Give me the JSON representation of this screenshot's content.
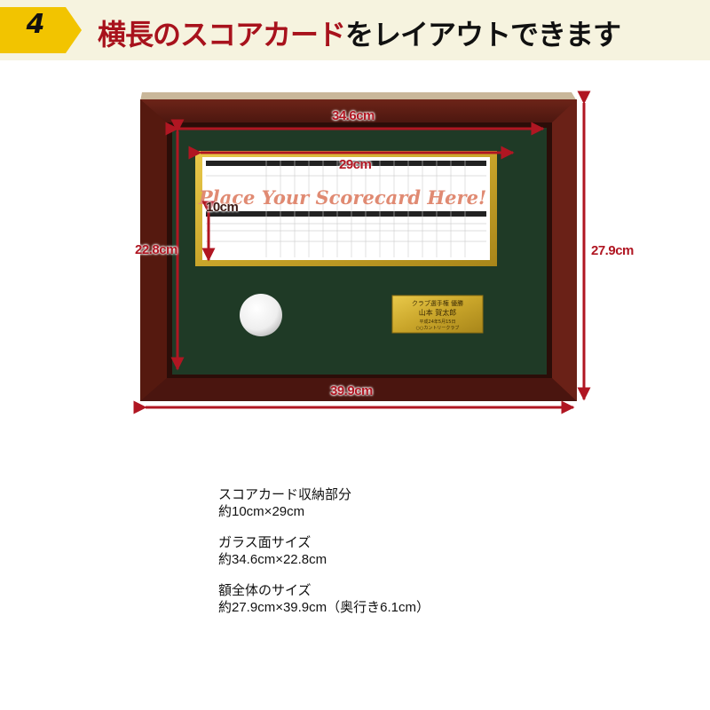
{
  "header": {
    "step_number": "4",
    "title_red": "横長のスコアカード",
    "title_black": "をレイアウトできます"
  },
  "illustration": {
    "scorecard_text": "Place Your Scorecard Here!",
    "nameplate_lines": [
      "クラブ選手権 優勝",
      "山本 賀太郎",
      "平成24年5月15日",
      "○○カントリークラブ"
    ]
  },
  "dimensions": {
    "glass_width": "34.6cm",
    "scorecard_width": "29cm",
    "scorecard_height": "10cm",
    "glass_height": "22.8cm",
    "frame_height": "27.9cm",
    "frame_width": "39.9cm"
  },
  "specs": [
    {
      "title": "スコアカード収納部分",
      "value": "約10cm×29cm"
    },
    {
      "title": "ガラス面サイズ",
      "value": "約34.6cm×22.8cm"
    },
    {
      "title": "額全体のサイズ",
      "value": "約27.9cm×39.9cm（奥行き6.1cm）"
    }
  ],
  "colors": {
    "title_red": "#a8121c",
    "frame_wood": "#5a1c14",
    "mat_green": "#1f3a26",
    "arrow_red": "#b01622",
    "badge_yellow": "#f2c400"
  }
}
